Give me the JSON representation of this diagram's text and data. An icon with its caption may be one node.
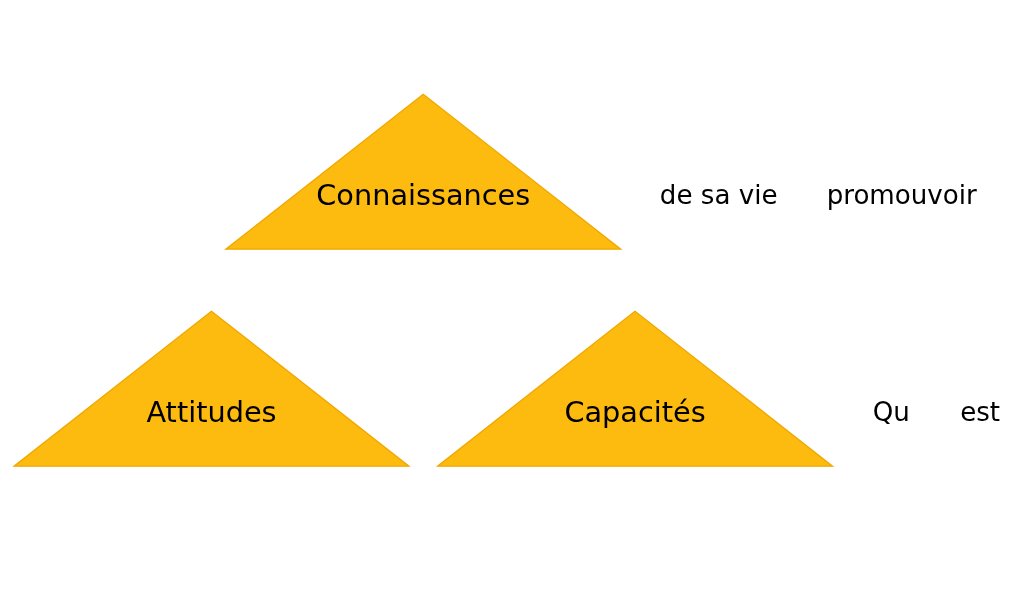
{
  "diagram": {
    "nodes": [
      {
        "text": [
          "Connaissances"
        ]
      },
      {
        "text": [
          "Attitudes"
        ]
      },
      {
        "text": [
          "Capacités"
        ]
      }
    ],
    "edges": [],
    "labels": [
      "de sa vie",
      "promouvoir",
      "Qu",
      "est"
    ]
  }
}
